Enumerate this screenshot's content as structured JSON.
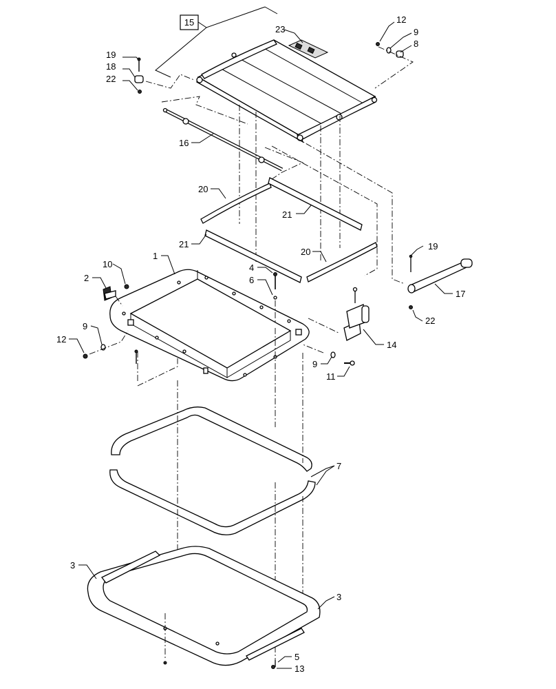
{
  "diagram": {
    "ref_box_label": "15",
    "callouts": {
      "c23": "23",
      "c12_top": "12",
      "c9_top": "9",
      "c8": "8",
      "c19_top": "19",
      "c18": "18",
      "c22_top": "22",
      "c16": "16",
      "c20_upper": "20",
      "c21_upper": "21",
      "c21_lower": "21",
      "c20_lower": "20",
      "c1": "1",
      "c10": "10",
      "c2": "2",
      "c4": "4",
      "c6": "6",
      "c19_right": "19",
      "c17": "17",
      "c22_right": "22",
      "c14": "14",
      "c9_left": "9",
      "c12_left": "12",
      "c9_mid": "9",
      "c11": "11",
      "c7": "7",
      "c3_left": "3",
      "c3_right": "3",
      "c5": "5",
      "c13": "13"
    }
  }
}
